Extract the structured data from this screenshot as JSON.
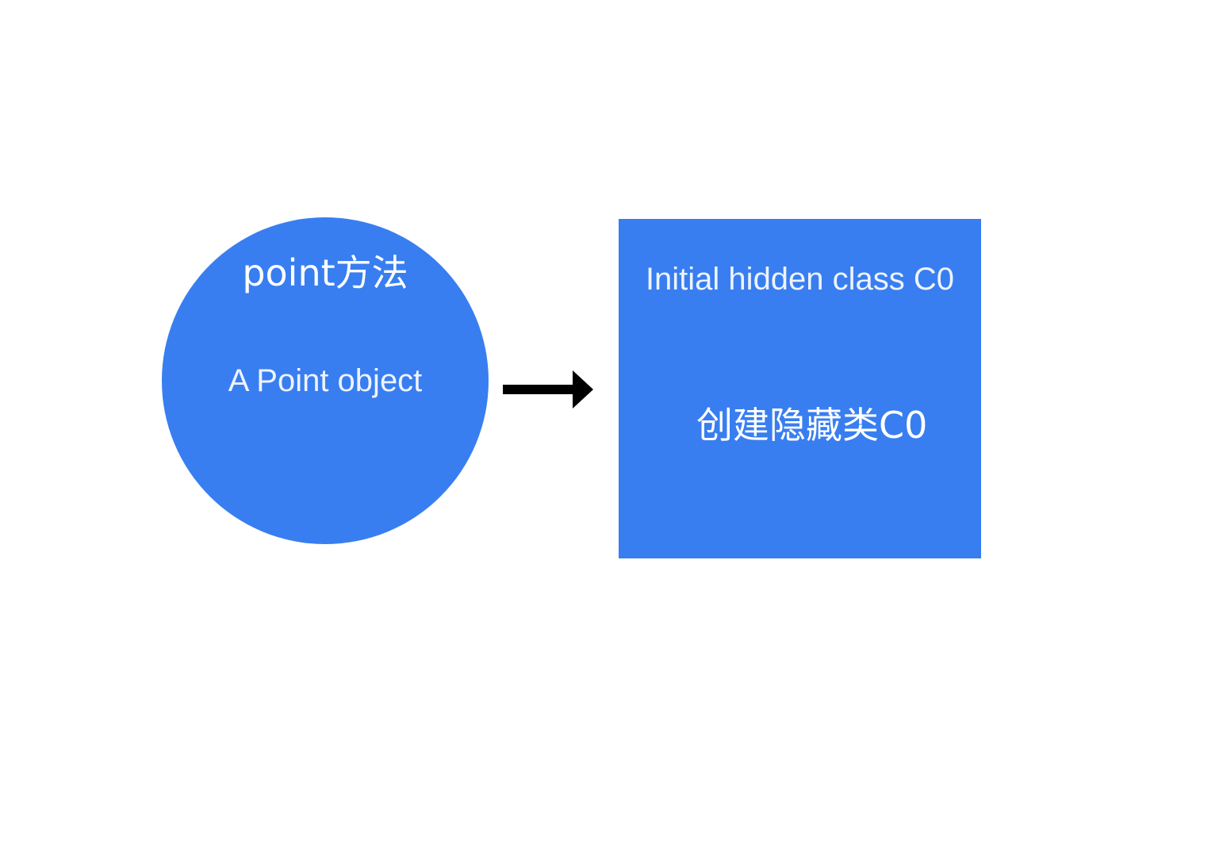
{
  "colors": {
    "node_fill": "#387ef0",
    "arrow": "#000000",
    "text": "#ffffff"
  },
  "circle_node": {
    "title": "point方法",
    "label": "A Point object"
  },
  "arrow": {
    "icon": "arrow-right-icon"
  },
  "rect_node": {
    "title": "Initial hidden class C0",
    "label": "创建隐藏类C0"
  }
}
